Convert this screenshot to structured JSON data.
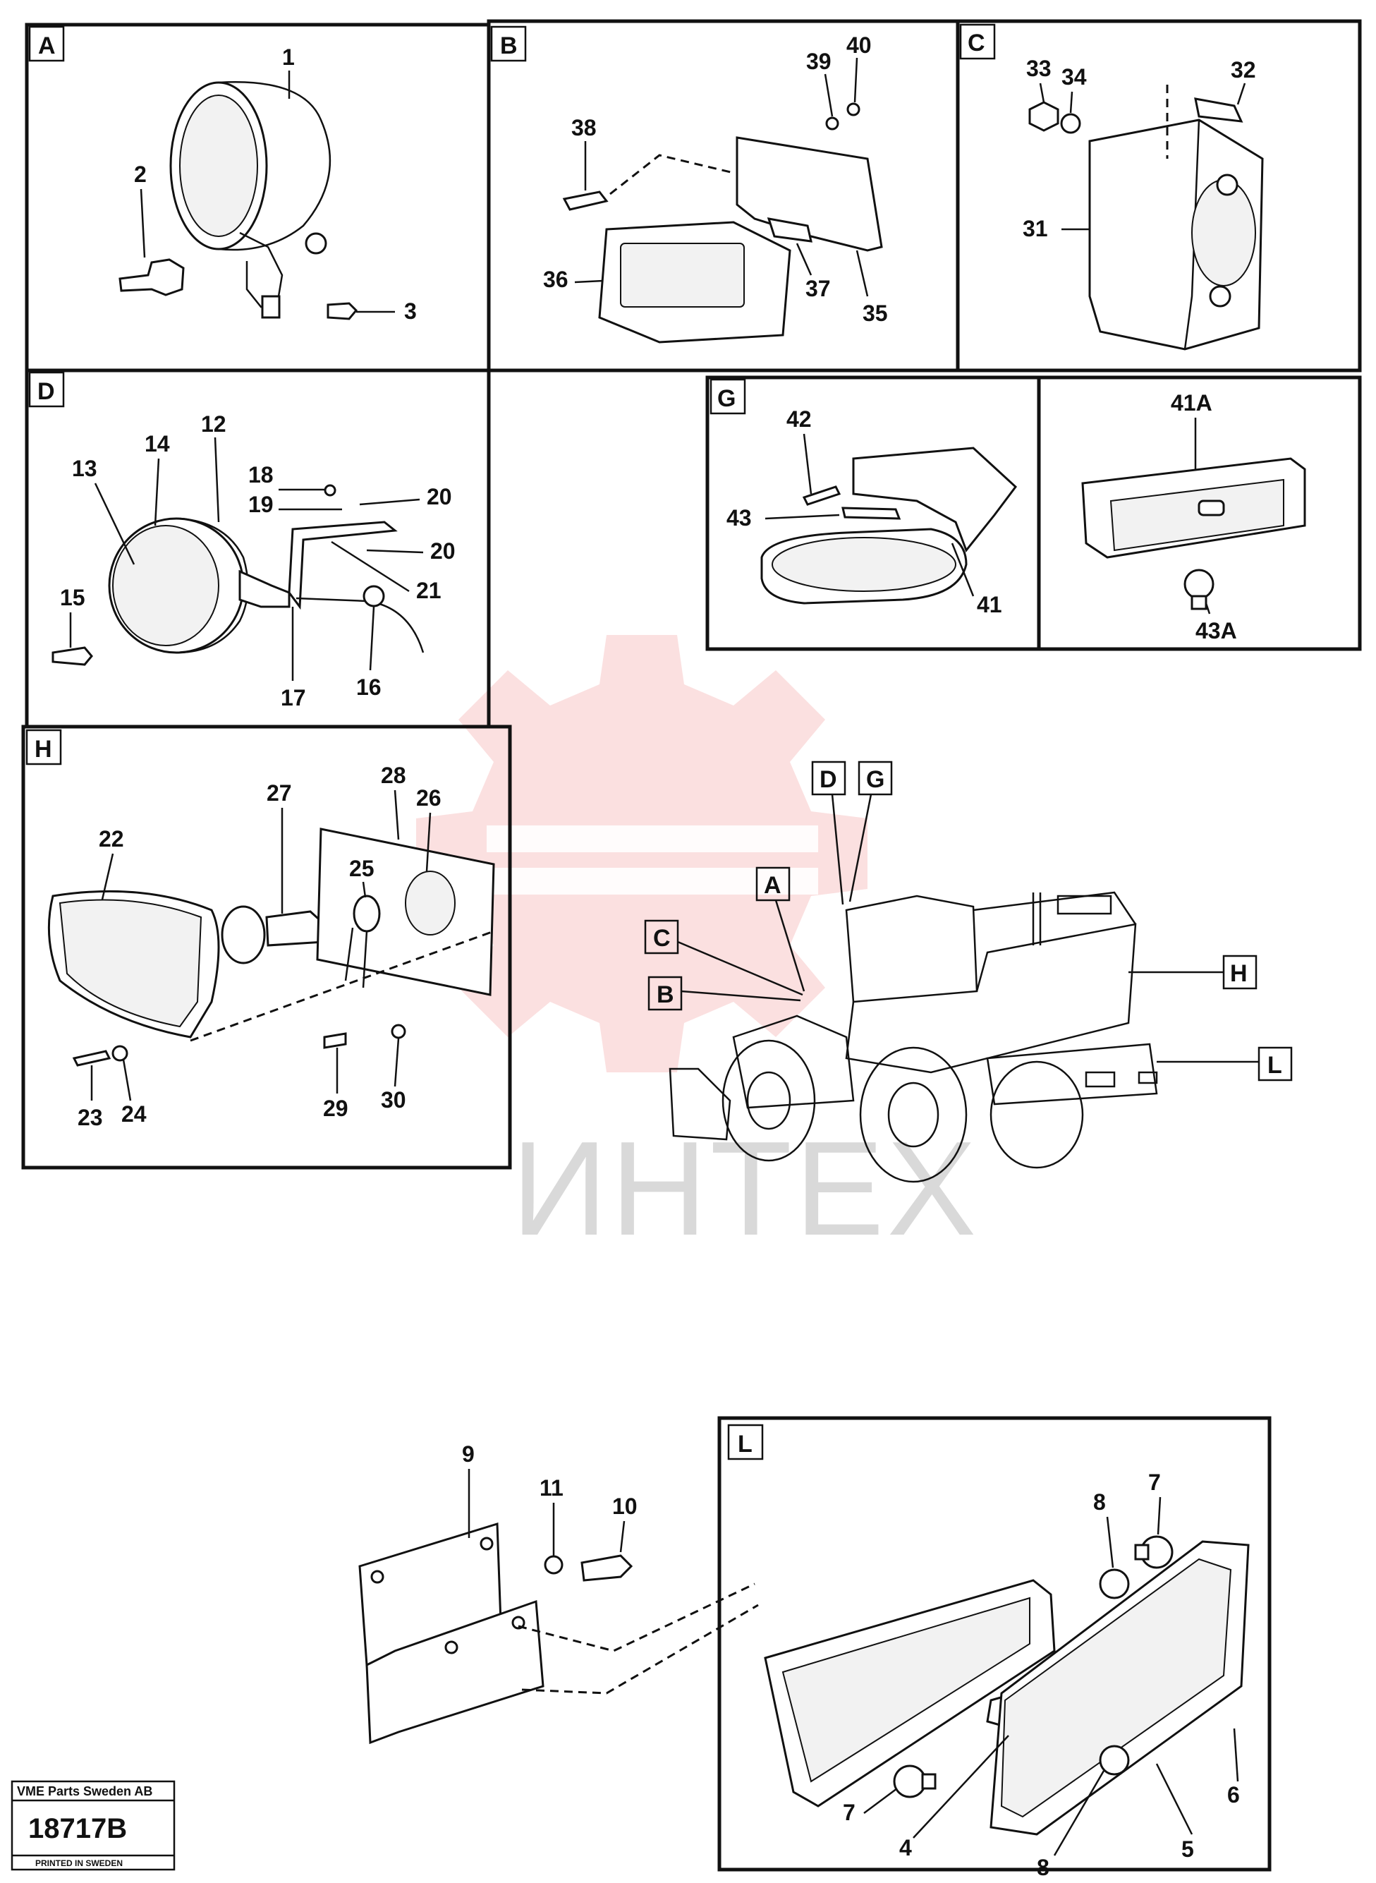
{
  "watermark": {
    "text": "ИНТЕХ",
    "color": "#e8403f"
  },
  "panels": {
    "A": {
      "letter": "A",
      "labels": [
        "1",
        "2",
        "3"
      ]
    },
    "B": {
      "letter": "B",
      "labels": [
        "38",
        "39",
        "40",
        "36",
        "37",
        "35"
      ]
    },
    "C": {
      "letter": "C",
      "labels": [
        "33",
        "34",
        "32",
        "31"
      ]
    },
    "D": {
      "letter": "D",
      "labels": [
        "12",
        "13",
        "14",
        "15",
        "16",
        "17",
        "18",
        "19",
        "20",
        "20",
        "21"
      ]
    },
    "G": {
      "letter": "G",
      "labels": [
        "42",
        "43",
        "41"
      ]
    },
    "G2": {
      "labels": [
        "41A",
        "43A"
      ]
    },
    "H": {
      "letter": "H",
      "labels": [
        "22",
        "23",
        "24",
        "25",
        "26",
        "27",
        "28",
        "29",
        "30"
      ]
    },
    "L": {
      "letter": "L",
      "labels": [
        "7",
        "8",
        "7",
        "4",
        "8",
        "5",
        "6"
      ]
    },
    "plate": {
      "labels": [
        "9",
        "11",
        "10"
      ]
    }
  },
  "machine_callouts": [
    "D",
    "G",
    "A",
    "C",
    "B",
    "H",
    "L"
  ],
  "stamp": {
    "company": "VME Parts Sweden AB",
    "number": "18717B",
    "printed": "PRINTED IN SWEDEN"
  }
}
